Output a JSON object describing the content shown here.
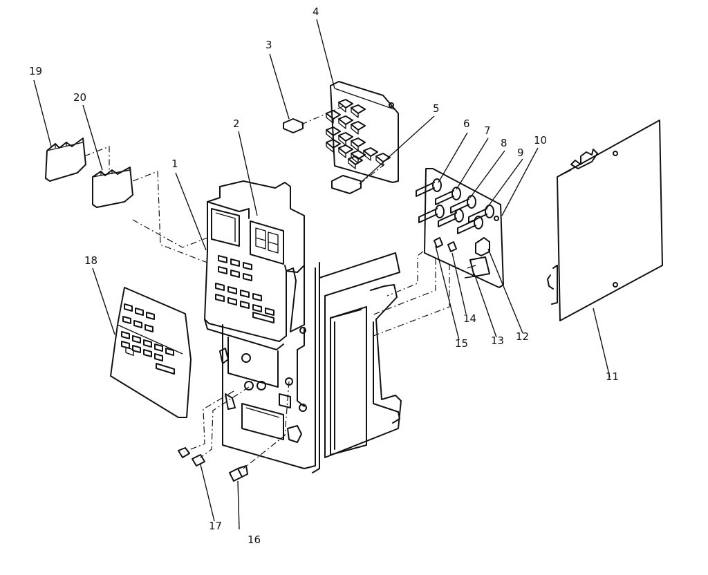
{
  "diagram": {
    "ink_color": "#111111",
    "background": "#ffffff",
    "callouts": [
      {
        "id": "c1",
        "text": "1"
      },
      {
        "id": "c2",
        "text": "2"
      },
      {
        "id": "c3",
        "text": "3"
      },
      {
        "id": "c4",
        "text": "4"
      },
      {
        "id": "c5",
        "text": "5"
      },
      {
        "id": "c6",
        "text": "6"
      },
      {
        "id": "c7",
        "text": "7"
      },
      {
        "id": "c8",
        "text": "8"
      },
      {
        "id": "c9",
        "text": "9"
      },
      {
        "id": "c10",
        "text": "10"
      },
      {
        "id": "c11",
        "text": "11"
      },
      {
        "id": "c12",
        "text": "12"
      },
      {
        "id": "c13",
        "text": "13"
      },
      {
        "id": "c14",
        "text": "14"
      },
      {
        "id": "c15",
        "text": "15"
      },
      {
        "id": "c16",
        "text": "16"
      },
      {
        "id": "c17",
        "text": "17"
      },
      {
        "id": "c18",
        "text": "18"
      },
      {
        "id": "c19",
        "text": "19"
      },
      {
        "id": "c20",
        "text": "20"
      }
    ]
  }
}
